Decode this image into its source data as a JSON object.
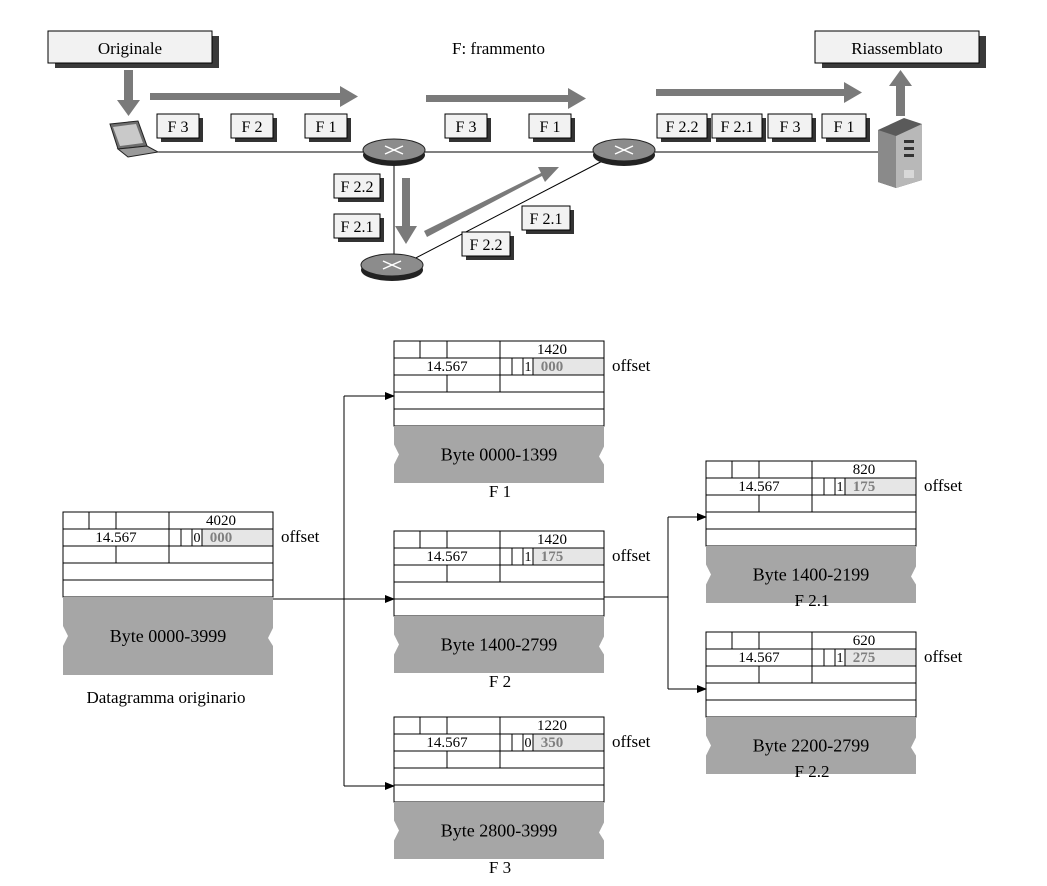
{
  "top": {
    "original_label": "Originale",
    "caption": "F: frammento",
    "reassembled_label": "Riassemblato",
    "left_segment_fragments": [
      "F 3",
      "F 2",
      "F 1"
    ],
    "middle_segment_fragments": [
      "F 3",
      "F 1"
    ],
    "right_segment_fragments": [
      "F 2.2",
      "F 2.1",
      "F 3",
      "F 1"
    ],
    "down_path_fragments": [
      "F 2.2",
      "F 2.1"
    ],
    "up_path_fragments": [
      "F 2.1",
      "F 2.2"
    ]
  },
  "datagrams": {
    "original": {
      "total_length": "4020",
      "identification": "14.567",
      "mf": "0",
      "offset": "000",
      "bytes": "Byte 0000-3999",
      "caption": "Datagramma originario",
      "offset_label": "offset"
    },
    "f1": {
      "total_length": "1420",
      "identification": "14.567",
      "mf": "1",
      "offset": "000",
      "bytes": "Byte 0000-1399",
      "caption": "F 1",
      "offset_label": "offset"
    },
    "f2": {
      "total_length": "1420",
      "identification": "14.567",
      "mf": "1",
      "offset": "175",
      "bytes": "Byte 1400-2799",
      "caption": "F 2",
      "offset_label": "offset"
    },
    "f3": {
      "total_length": "1220",
      "identification": "14.567",
      "mf": "0",
      "offset": "350",
      "bytes": "Byte 2800-3999",
      "caption": "F 3",
      "offset_label": "offset"
    },
    "f21": {
      "total_length": "820",
      "identification": "14.567",
      "mf": "1",
      "offset": "175",
      "bytes": "Byte 1400-2199",
      "caption": "F 2.1",
      "offset_label": "offset"
    },
    "f22": {
      "total_length": "620",
      "identification": "14.567",
      "mf": "1",
      "offset": "275",
      "bytes": "Byte 2200-2799",
      "caption": "F 2.2",
      "offset_label": "offset"
    }
  },
  "colors": {
    "arrow_gray": "#7a7a7a",
    "payload_gray": "#a6a6a6",
    "offset_fill": "#e6e6e6",
    "offset_text": "#808080",
    "box_fill": "#f2f2f2"
  }
}
